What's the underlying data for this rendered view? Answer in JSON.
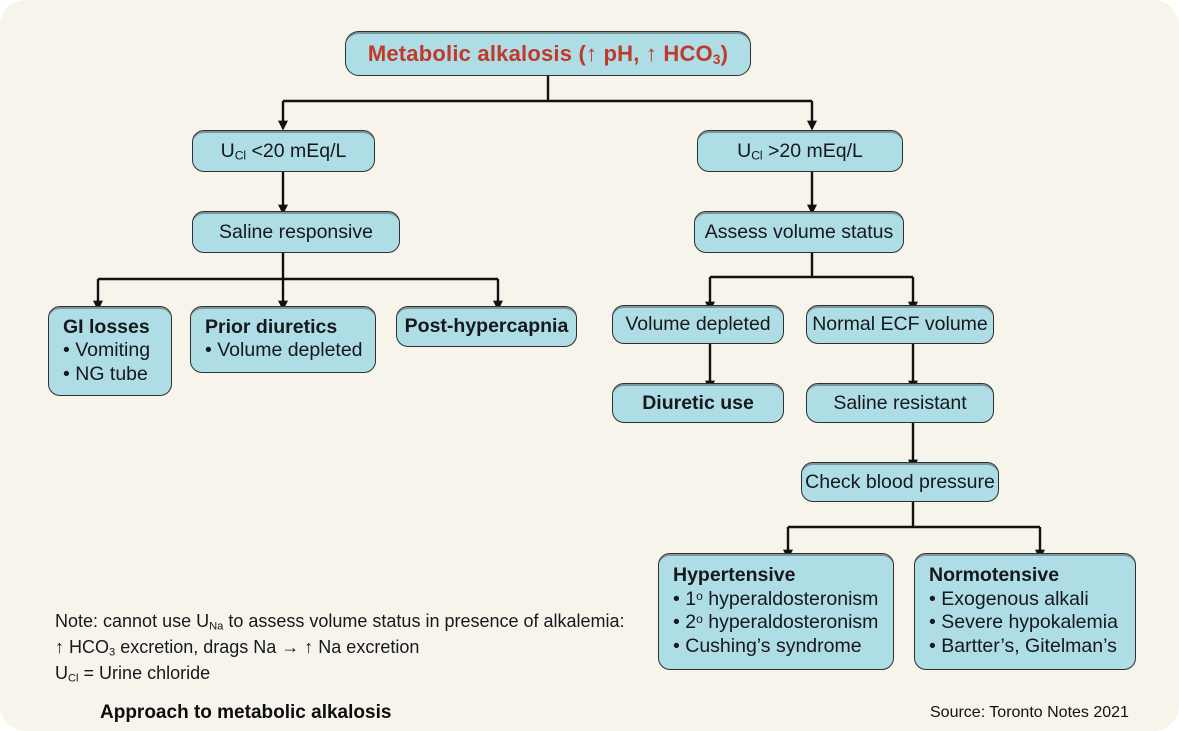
{
  "figure": {
    "caption": "Approach to metabolic alkalosis",
    "source": "Source: Toronto Notes 2021",
    "bg_color": "#f7f4ec",
    "box_fill": "#aedde6",
    "accent_color": "#c0392b",
    "line_color": "#1a1a1a"
  },
  "title_box": {
    "text_prefix": "Metabolic alkalosis (",
    "up1": "↑",
    "ph": " pH, ",
    "up2": "↑",
    "hco3": " HCO",
    "hco3_sub": "3",
    "text_suffix": ")"
  },
  "nodes": {
    "ucl_low": {
      "u": "U",
      "sub": "Cl",
      "rest": " <20 mEq/L"
    },
    "ucl_high": {
      "u": "U",
      "sub": "Cl",
      "rest": " >20 mEq/L"
    },
    "saline_responsive": "Saline responsive",
    "assess_volume": "Assess volume status",
    "volume_depleted": "Volume depleted",
    "normal_ecf": "Normal ECF volume",
    "diuretic_use": "Diuretic use",
    "saline_resistant": "Saline resistant",
    "check_bp": "Check blood pressure",
    "post_hypercapnia": "Post-hypercapnia",
    "gi_losses": {
      "header": "GI losses",
      "items": [
        "Vomiting",
        "NG tube"
      ]
    },
    "prior_diuretics": {
      "header": "Prior diuretics",
      "items": [
        "Volume depleted"
      ]
    },
    "hypertensive": {
      "header": "Hypertensive",
      "items": [
        {
          "sup_num": "1",
          "sup": "o",
          "text": " hyperaldosteronism"
        },
        {
          "sup_num": "2",
          "sup": "o",
          "text": " hyperaldosteronism"
        },
        {
          "sup_num": "",
          "sup": "",
          "text": "Cushing’s syndrome"
        }
      ]
    },
    "normotensive": {
      "header": "Normotensive",
      "items": [
        "Exogenous alkali",
        "Severe hypokalemia",
        "Bartter’s, Gitelman’s"
      ]
    }
  },
  "note": {
    "line1_a": "Note: cannot use U",
    "line1_sub": "Na",
    "line1_b": " to assess volume status in presence of alkalemia:",
    "line2_a": "↑ HCO",
    "line2_sub": "3",
    "line2_b": " excretion, drags Na ",
    "line2_arrow": "→",
    "line2_c": " ↑ Na excretion",
    "line3_a": "U",
    "line3_sub": "Cl",
    "line3_b": " = Urine chloride"
  }
}
